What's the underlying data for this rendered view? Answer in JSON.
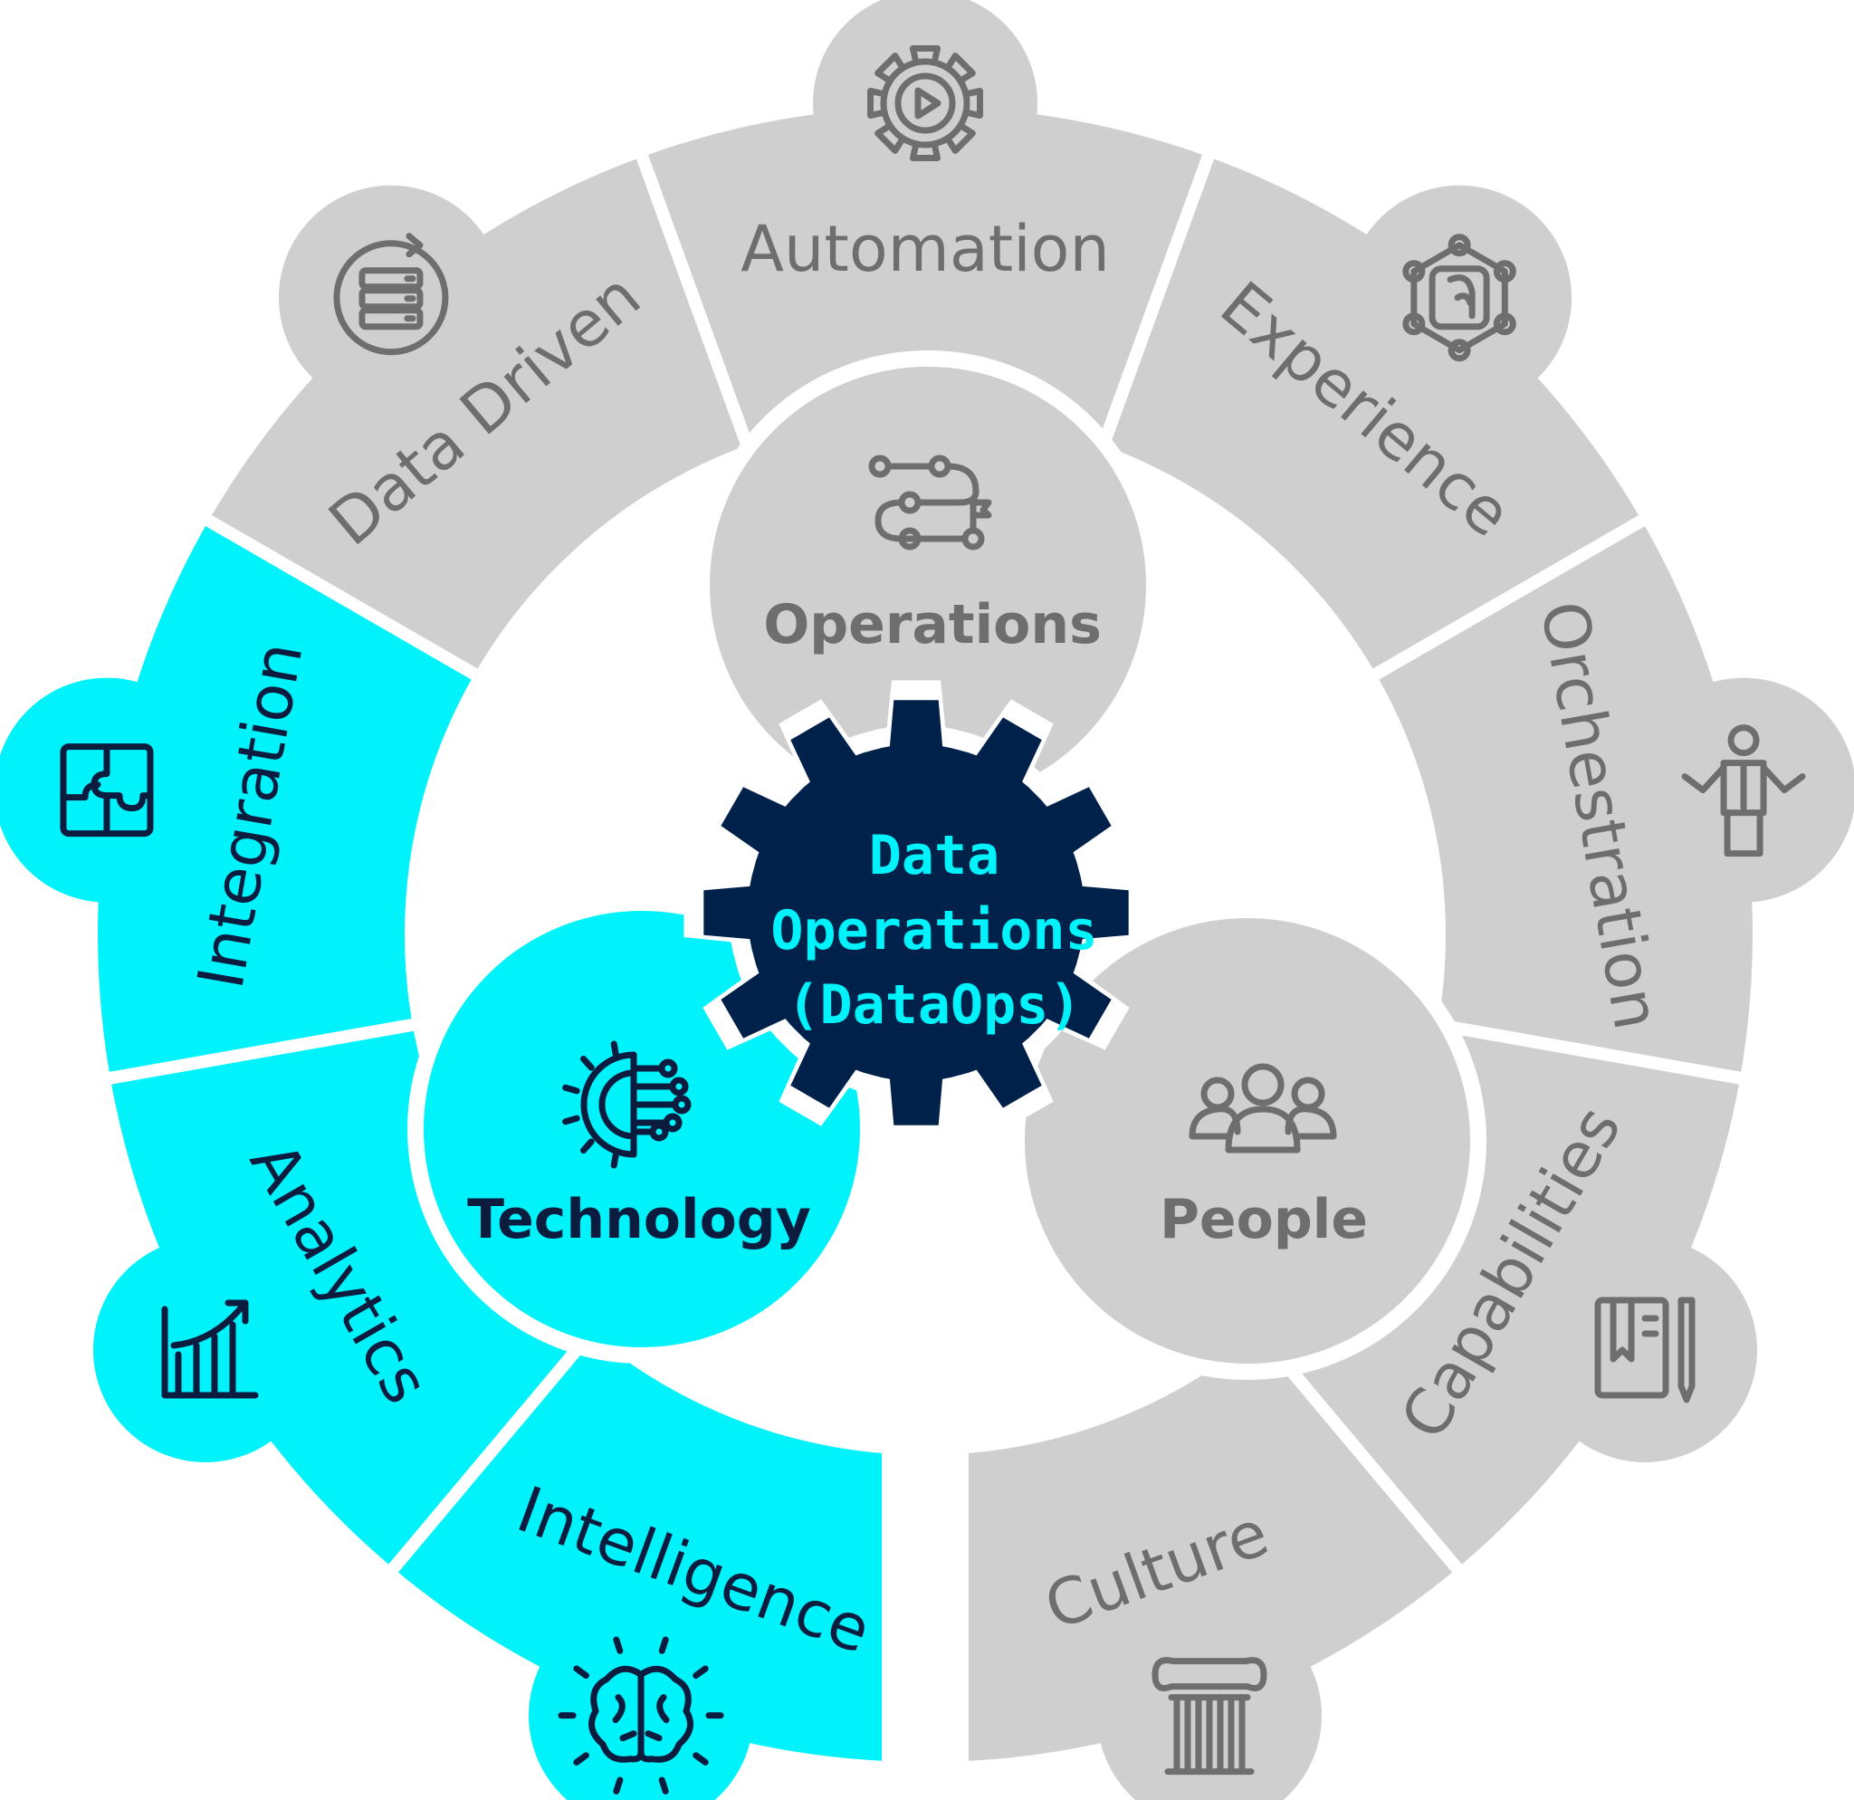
{
  "colors": {
    "gray": "#cfcfcf",
    "cyan": "#00f2fa",
    "navy": "#00214a",
    "gray_text": "#6e6e6e",
    "navy_text": "#0b1c3f"
  },
  "segments": [
    {
      "label": "Automation",
      "icon": "gear-play-icon",
      "theme": "gray",
      "angle": 0
    },
    {
      "label": "Experience",
      "icon": "network-face-icon",
      "theme": "gray",
      "angle": 40
    },
    {
      "label": "Orchestration",
      "icon": "person-conductor-icon",
      "theme": "gray",
      "angle": 80
    },
    {
      "label": "Capabilities",
      "icon": "notebook-pencil-icon",
      "theme": "gray",
      "angle": 120
    },
    {
      "label": "Culture",
      "icon": "column-icon",
      "theme": "gray",
      "angle": 160
    },
    {
      "label": "Intelligence",
      "icon": "brain-icon",
      "theme": "cyan",
      "angle": 200
    },
    {
      "label": "Analytics",
      "icon": "bar-chart-icon",
      "theme": "cyan",
      "angle": 240
    },
    {
      "label": "Integration",
      "icon": "puzzle-icon",
      "theme": "cyan",
      "angle": 280
    },
    {
      "label": "Data Driven",
      "icon": "database-sync-icon",
      "theme": "gray",
      "angle": 320
    }
  ],
  "pillars": {
    "operations": {
      "label": "Operations",
      "icon": "route-flag-icon"
    },
    "technology": {
      "label": "Technology",
      "icon": "tech-gear-icon"
    },
    "people": {
      "label": "People",
      "icon": "group-icon"
    }
  },
  "center": {
    "line1": "Data",
    "line2": "Operations",
    "line3": "(DataOps)"
  }
}
